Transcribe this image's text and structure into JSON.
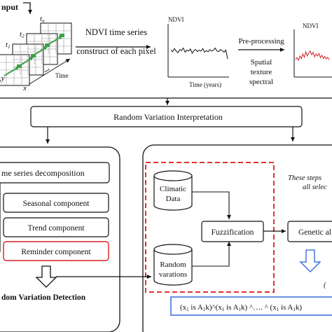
{
  "top": {
    "input_label": "nput",
    "stack_labels": {
      "tn": "t",
      "tn_sub": "n",
      "t2": "t",
      "t2_sub": "2",
      "t1": "t",
      "t1_sub": "1",
      "xy": ",y",
      "x": "x",
      "dots": "...",
      "time": "Time"
    },
    "ndvi_series_1": "NDVI time series",
    "ndvi_series_2": "construct of each pixel",
    "chart1": {
      "ylabel": "NDVI",
      "xlabel": "Time (years)"
    },
    "preprocessing": {
      "title": "Pre-processing",
      "line1": "Spatial",
      "line2": "texture",
      "line3": "spectral"
    },
    "chart2": {
      "ylabel": "NDVI"
    }
  },
  "rvi": {
    "label": "Random Variation Interpretation"
  },
  "left_panel": {
    "decomposition": "me series decomposition",
    "seasonal": "Seasonal component",
    "trend": "Trend component",
    "reminder": "Reminder component",
    "detection": "dom Variation Detection"
  },
  "right_panel": {
    "climatic_line1": "Climatic",
    "climatic_line2": "Data",
    "random_line1": "Random",
    "random_line2": "varations",
    "fuzzification": "Fuzzification",
    "genetic": "Genetic al",
    "note_line1": "These steps",
    "note_line2": "all selec",
    "partial_symbol": "(",
    "rule": {
      "segments": [
        {
          "type": "text",
          "value": "(x"
        },
        {
          "type": "sub",
          "value": "1"
        },
        {
          "type": "text",
          "value": " is A"
        },
        {
          "type": "sub",
          "value": "1"
        },
        {
          "type": "text",
          "value": "k)^(x"
        },
        {
          "type": "sub",
          "value": "1"
        },
        {
          "type": "text",
          "value": " is A"
        },
        {
          "type": "sub",
          "value": "1"
        },
        {
          "type": "text",
          "value": "k) ^…. ^ (x"
        },
        {
          "type": "sub",
          "value": "1"
        },
        {
          "type": "text",
          "value": " is A"
        },
        {
          "type": "sub",
          "value": "1"
        },
        {
          "type": "text",
          "value": "k)"
        }
      ]
    }
  },
  "colors": {
    "black": "#111111",
    "highlight_red": "#d42020",
    "dashed_red": "#e03030",
    "green_arrow": "#3fa04a",
    "rule_box_blue": "#2b5fd8",
    "chart2_line": "#d42020"
  },
  "chart_data": [
    {
      "type": "line",
      "series": [
        {
          "values": [
            0.52,
            0.49,
            0.55,
            0.5,
            0.47,
            0.53,
            0.51,
            0.56,
            0.48,
            0.52,
            0.5,
            0.54,
            0.46,
            0.51,
            0.53,
            0.49,
            0.52,
            0.5,
            0.55,
            0.48,
            0.51,
            0.49,
            0.53,
            0.5,
            0.52,
            0.56,
            0.5,
            0.49,
            0.53,
            0.51,
            0.48,
            0.52,
            0.35
          ]
        }
      ],
      "ylabel": "NDVI",
      "xlabel": "Time (years)",
      "ylim": [
        0,
        1
      ]
    },
    {
      "type": "line",
      "series": [
        {
          "values": [
            0.42,
            0.46,
            0.4,
            0.5,
            0.44,
            0.55,
            0.47,
            0.6,
            0.5,
            0.57,
            0.62,
            0.53,
            0.59,
            0.48,
            0.55,
            0.5,
            0.56,
            0.46,
            0.52,
            0.44,
            0.49,
            0.43,
            0.47,
            0.41
          ]
        }
      ],
      "ylabel": "NDVI",
      "ylim": [
        0,
        1
      ]
    }
  ]
}
